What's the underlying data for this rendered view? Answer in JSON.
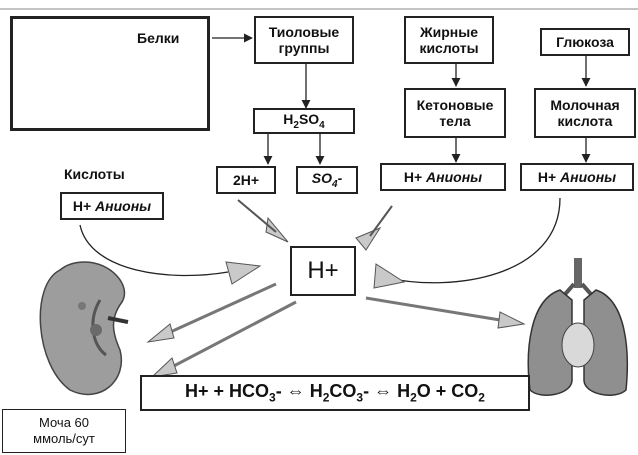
{
  "nodes": {
    "proteins": "Белки",
    "thiol_line1": "Тиоловые",
    "thiol_line2": "группы",
    "fatty_line1": "Жирные",
    "fatty_line2": "кислоты",
    "glucose": "Глюкоза",
    "h2so4_main": "H",
    "h2so4_sub": "2",
    "h2so4_rest": "SO",
    "h2so4_sub2": "4",
    "two_h": "2H+",
    "so4_main": "SO",
    "so4_sub": "4",
    "so4_charge": "-",
    "ketone_line1": "Кетоновые",
    "ketone_line2": "тела",
    "lactic_line1": "Молочная",
    "lactic_line2": "кислота",
    "ketone_ions_h": "H+",
    "ketone_ions_a": "Анионы",
    "lactic_ions_h": "H+",
    "lactic_ions_a": "Анионы",
    "acids_label": "Кислоты",
    "acids_ions_h": "H+",
    "acids_ions_a": "Анионы",
    "center_h": "H+",
    "urine_line1": "Моча 60",
    "urine_line2": "ммоль/сут"
  },
  "equation": {
    "p1": "H+ + HCO",
    "s1": "3",
    "p2": "- ⇔ H",
    "s2": "2",
    "p3": "CO",
    "s3": "3",
    "p4": "- ⇔ H",
    "s4": "2",
    "p5": "O + CO",
    "s5": "2"
  },
  "colors": {
    "arrow_fill": "#c9c9c9",
    "border": "#222222"
  }
}
